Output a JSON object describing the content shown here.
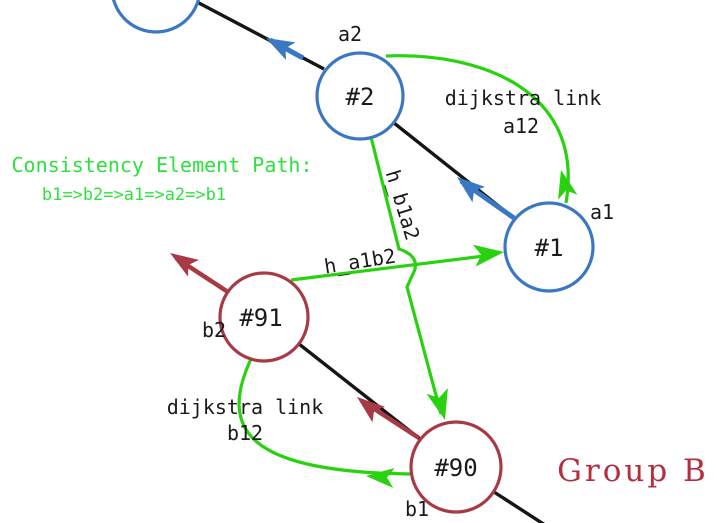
{
  "figure": {
    "background": "#ffffff",
    "colors": {
      "group_a_blue": "#3a78c4",
      "group_b_red": "#a83a45",
      "group_b_text_red": "#b12f3f",
      "link_green": "#28d20e",
      "path_text_green": "#2fe13f",
      "edge_black": "#161616",
      "label_black": "#1a1a1a"
    },
    "nodes": [
      {
        "id": "node-top-left-partial",
        "label": ""
      },
      {
        "id": "node-2",
        "label": "#2"
      },
      {
        "id": "node-1",
        "label": "#1"
      },
      {
        "id": "node-91",
        "label": "#91"
      },
      {
        "id": "node-90",
        "label": "#90"
      }
    ],
    "edge_labels": {
      "a1": "a1",
      "a2": "a2",
      "b1": "b1",
      "b2": "b2",
      "a12": "a12",
      "b12": "b12",
      "h_a1b2": "h_a1b2",
      "h_b1a2": "h_b1a2",
      "dijkstra_top": "dijkstra link",
      "dijkstra_bottom": "dijkstra link"
    },
    "annotations": {
      "consistency_title": "Consistency Element Path:",
      "consistency_path": "b1=>b2=>a1=>a2=>b1",
      "group_b": "Group B"
    }
  }
}
